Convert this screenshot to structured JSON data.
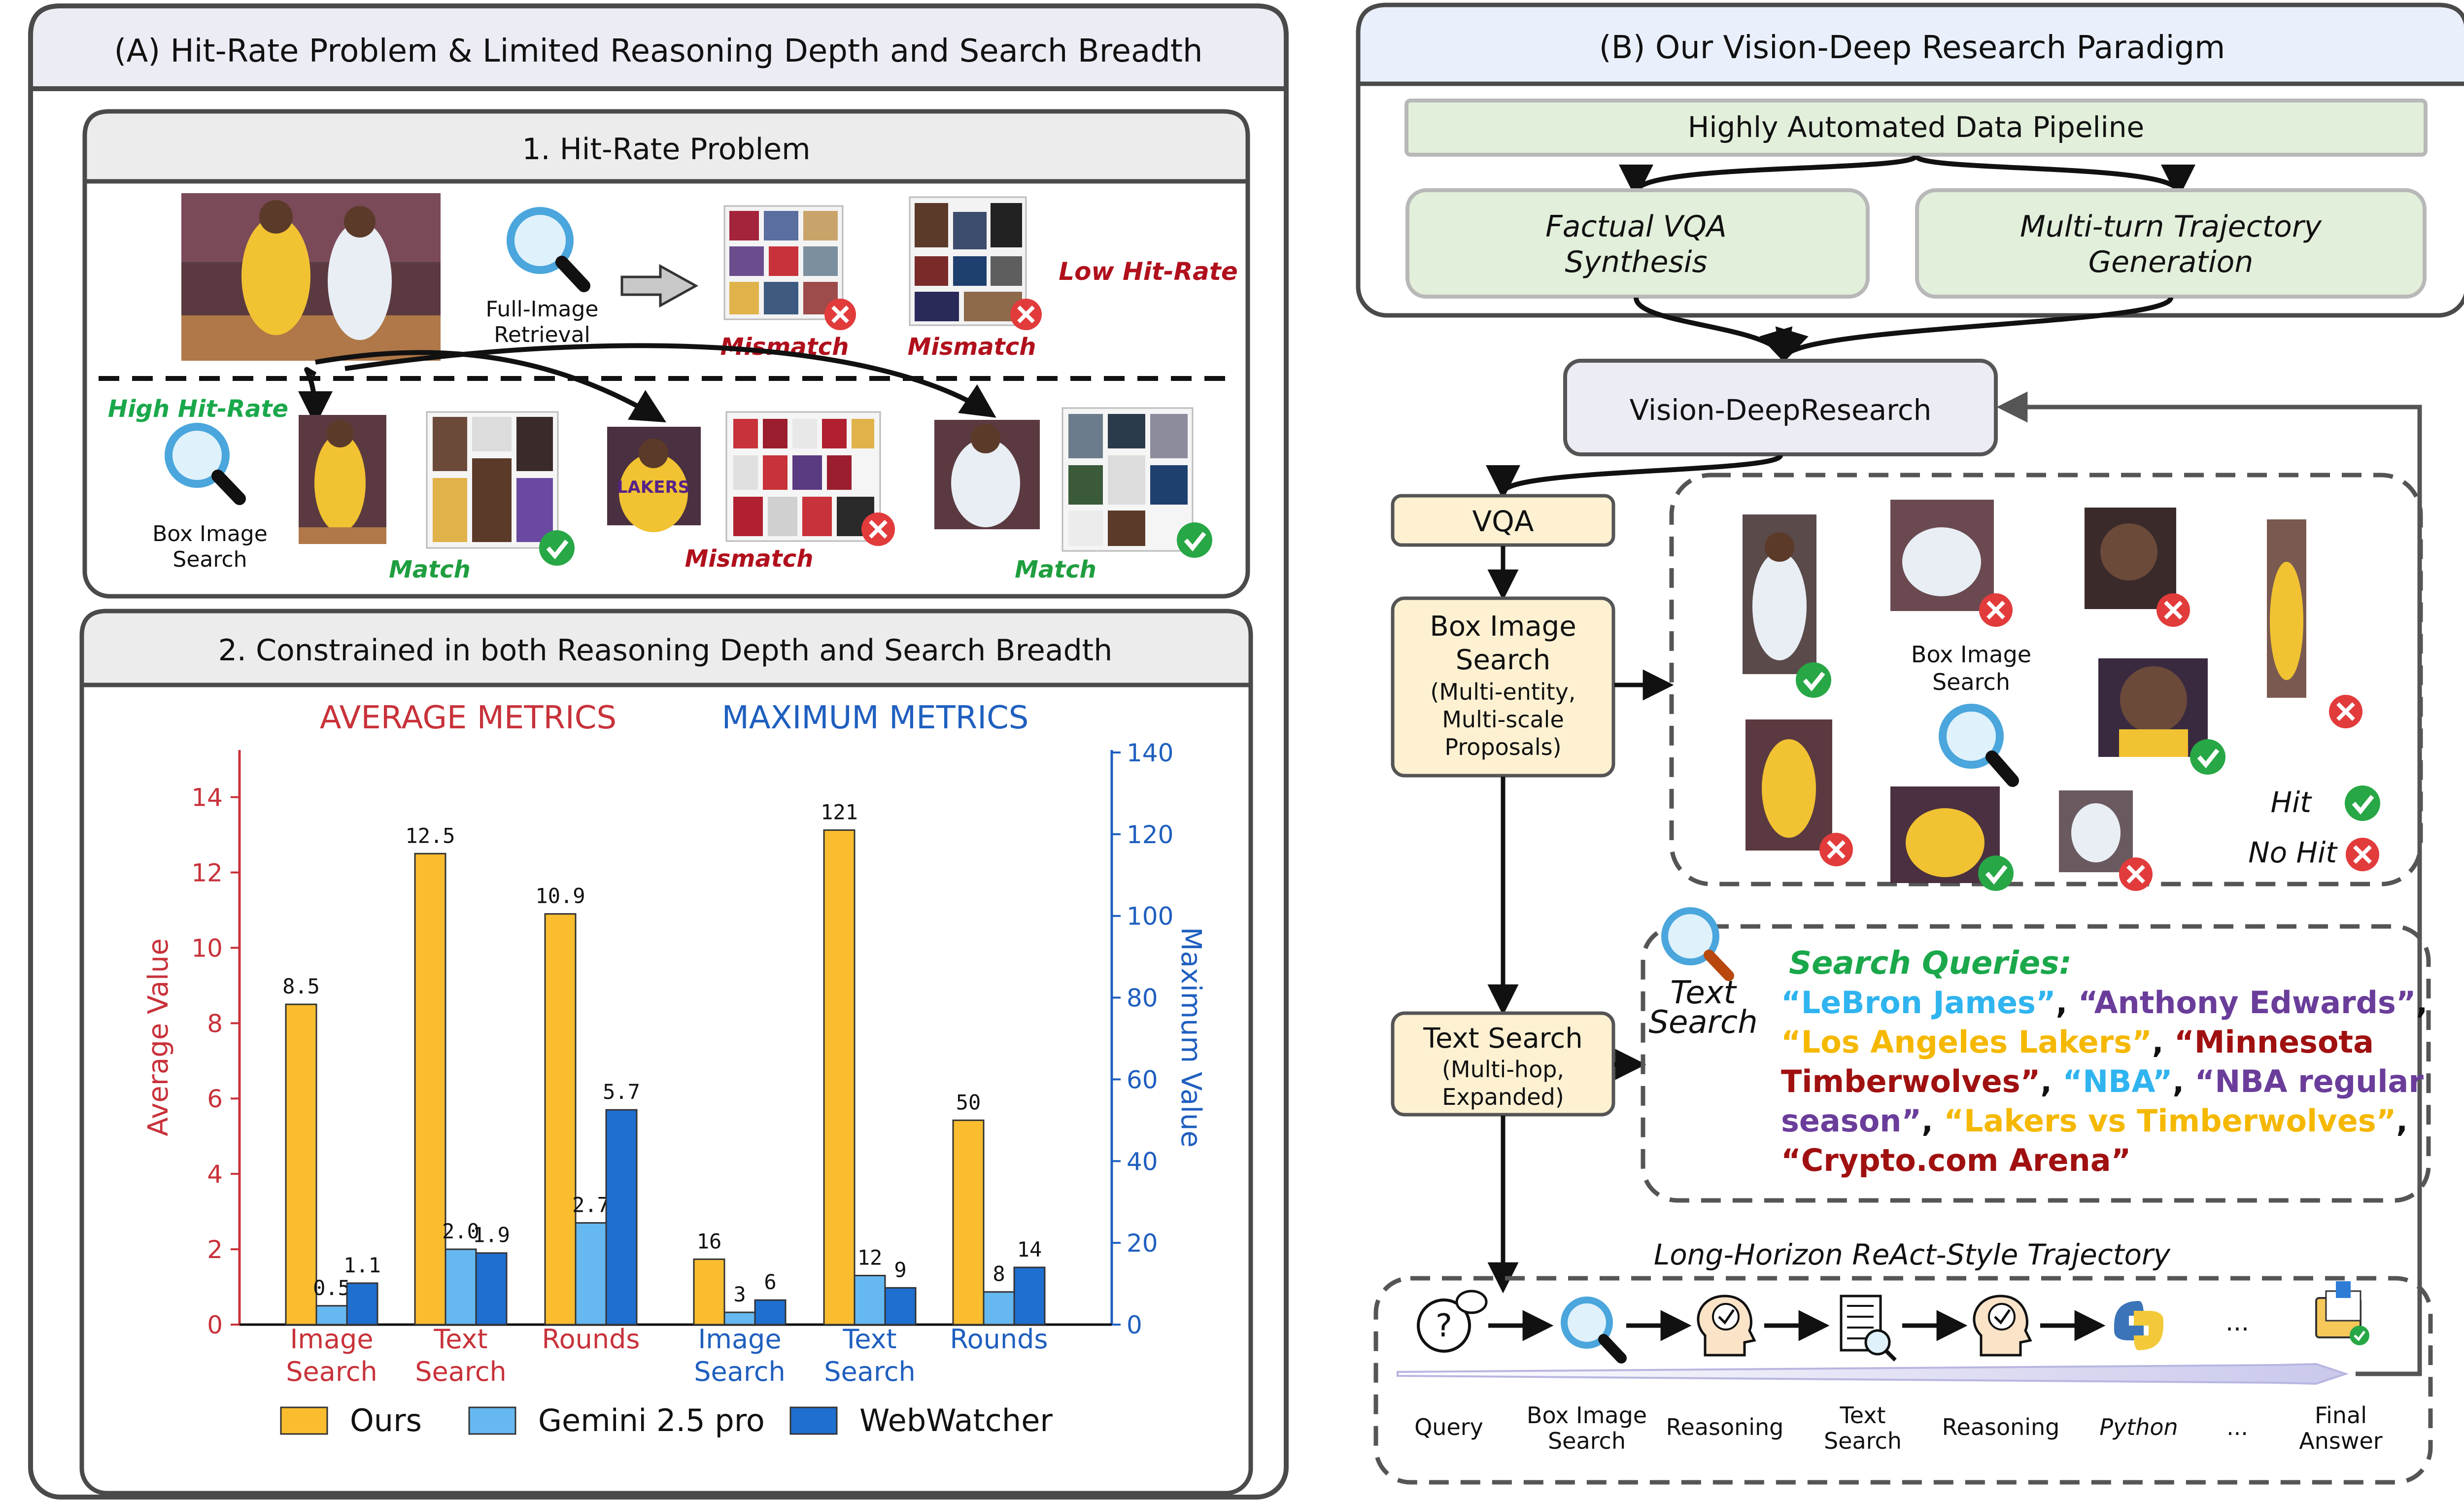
{
  "panel_a": {
    "title": "(A) Hit-Rate Problem & Limited Reasoning Depth and Search Breadth",
    "sub1": {
      "title": "1. Hit-Rate Problem",
      "full_image_retrieval": [
        "Full-Image",
        "Retrieval"
      ],
      "low_hit_rate": "Low Hit-Rate",
      "high_hit_rate": "High Hit-Rate",
      "box_image_search": [
        "Box Image",
        "Search"
      ],
      "mismatch": "Mismatch",
      "match": "Match"
    },
    "sub2": {
      "title": "2. Constrained in both Reasoning Depth and Search Breadth"
    }
  },
  "panel_b": {
    "title": "(B) Our Vision-Deep Research Paradigm",
    "pipeline": "Highly Automated Data Pipeline",
    "factual": [
      "Factual VQA",
      "Synthesis"
    ],
    "multiturn": [
      "Multi-turn Trajectory",
      "Generation"
    ],
    "vdr": "Vision-DeepResearch",
    "vqa": "VQA",
    "box_search": {
      "title": [
        "Box Image",
        "Search"
      ],
      "sub": [
        "(Multi-entity,",
        "Multi-scale",
        "Proposals)"
      ]
    },
    "text_search": {
      "title": "Text Search",
      "sub": [
        "(Multi-hop,",
        "Expanded)"
      ]
    },
    "box_center": [
      "Box Image",
      "Search"
    ],
    "hit": "Hit",
    "no_hit": "No Hit",
    "text_search_label": [
      "Text",
      "Search"
    ],
    "search_queries_title": "Search Queries:",
    "queries": [
      {
        "text": "“LeBron James”",
        "color": "#2fb4ef"
      },
      {
        "text": "“Anthony Edwards”",
        "color": "#6a3d9a"
      },
      {
        "text": "“Los Angeles Lakers”",
        "color": "#f5b800"
      },
      {
        "text": "“Minnesota Timberwolves”",
        "color": "#a01010"
      },
      {
        "text": "“NBA”",
        "color": "#2fb4ef"
      },
      {
        "text": "“NBA regular season”",
        "color": "#6a3d9a"
      },
      {
        "text": "“Lakers vs Timberwolves”",
        "color": "#f5b800"
      },
      {
        "text": "“Crypto.com Arena”",
        "color": "#a01010"
      }
    ],
    "trajectory_title": "Long-Horizon ReAct-Style Trajectory",
    "trajectory_steps": [
      {
        "label": [
          "Query"
        ],
        "icon": "question-bubble-icon"
      },
      {
        "label": [
          "Box Image",
          "Search"
        ],
        "icon": "magnifier-icon"
      },
      {
        "label": [
          "Reasoning"
        ],
        "icon": "head-check-icon"
      },
      {
        "label": [
          "Text",
          "Search"
        ],
        "icon": "document-search-icon"
      },
      {
        "label": [
          "Reasoning"
        ],
        "icon": "head-check-icon"
      },
      {
        "label": [
          "Python"
        ],
        "icon": "python-icon"
      },
      {
        "label": [
          "..."
        ],
        "icon": "ellipsis"
      },
      {
        "label": [
          "Final",
          "Answer"
        ],
        "icon": "final-document-icon"
      }
    ]
  },
  "chart_data": {
    "type": "bar",
    "left_title": "AVERAGE METRICS",
    "right_title": "MAXIMUM METRICS",
    "ylabel_left": "Average Value",
    "ylabel_right": "Maximum Value",
    "ylim_left": [
      0,
      15
    ],
    "ylim_right": [
      0,
      140
    ],
    "yticks_left": [
      0,
      2,
      4,
      6,
      8,
      10,
      12,
      14
    ],
    "yticks_right": [
      0,
      20,
      40,
      60,
      80,
      100,
      120,
      140
    ],
    "groups": [
      {
        "axis": "left",
        "label": [
          "Image",
          "Search"
        ],
        "values": [
          8.5,
          0.5,
          1.1
        ],
        "labels": [
          "8.5",
          "0.5",
          "1.1"
        ]
      },
      {
        "axis": "left",
        "label": [
          "Text",
          "Search"
        ],
        "values": [
          12.5,
          2.0,
          1.9
        ],
        "labels": [
          "12.5",
          "2.0",
          "1.9"
        ]
      },
      {
        "axis": "left",
        "label": [
          "Rounds"
        ],
        "values": [
          10.9,
          2.7,
          5.7
        ],
        "labels": [
          "10.9",
          "2.7",
          "5.7"
        ]
      },
      {
        "axis": "right",
        "label": [
          "Image",
          "Search"
        ],
        "values": [
          16,
          3,
          6
        ],
        "labels": [
          "16",
          "3",
          "6"
        ]
      },
      {
        "axis": "right",
        "label": [
          "Text",
          "Search"
        ],
        "values": [
          121,
          12,
          9
        ],
        "labels": [
          "121",
          "12",
          "9"
        ]
      },
      {
        "axis": "right",
        "label": [
          "Rounds"
        ],
        "values": [
          50,
          8,
          14
        ],
        "labels": [
          "50",
          "8",
          "14"
        ]
      }
    ],
    "series": [
      {
        "name": "Ours",
        "color": "#f9bd2f"
      },
      {
        "name": "Gemini 2.5 pro",
        "color": "#66b8f0"
      },
      {
        "name": "WebWatcher",
        "color": "#1f6fd1"
      }
    ],
    "legend": "bottom",
    "grid": false
  },
  "colors": {
    "red": "#c8323a",
    "blue": "#1f5fbf",
    "green": "#1aa84b",
    "mismatch_red": "#b0101c",
    "match_green": "#1f9e3f"
  }
}
